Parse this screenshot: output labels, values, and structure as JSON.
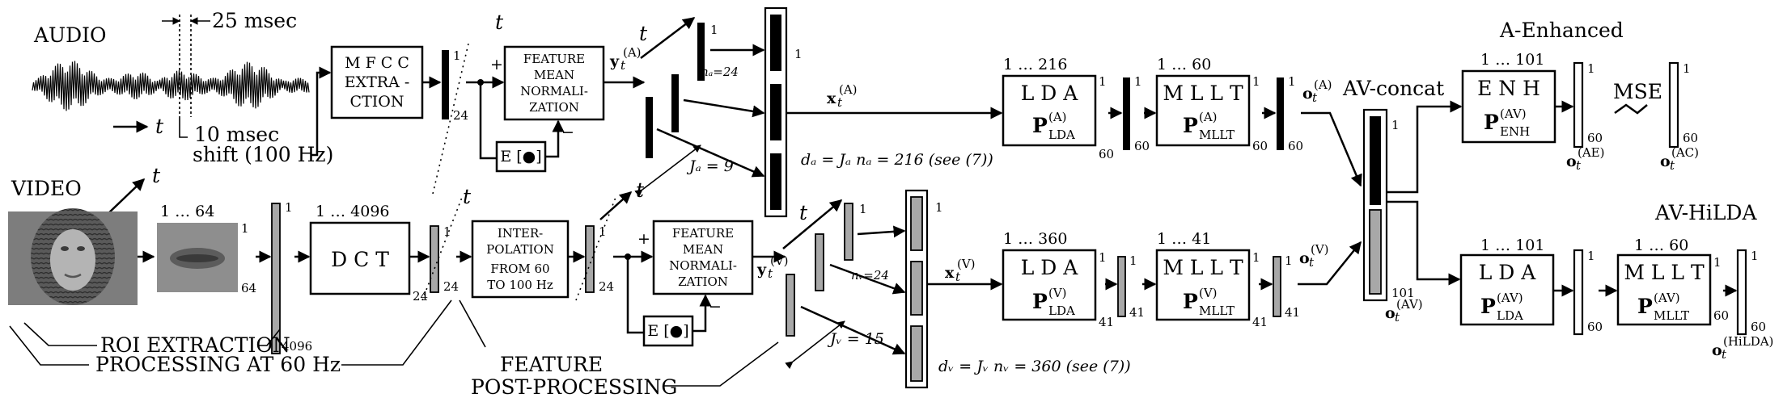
{
  "audio": {
    "label": "AUDIO",
    "window": "25 msec",
    "shift": "10 msec",
    "shift_rate": "shift (100 Hz)",
    "t": "t"
  },
  "video": {
    "label": "VIDEO",
    "roi_extraction": "ROI  EXTRACTION",
    "processing": "PROCESSING  AT  60  Hz",
    "feature": "FEATURE",
    "post_processing": "POST-PROCESSING",
    "t": "t"
  },
  "boxes": {
    "mfcc": [
      "M F C C",
      "EXTRA -",
      "CTION"
    ],
    "fmn_audio": [
      "FEATURE",
      "MEAN",
      "NORMALI-",
      "ZATION"
    ],
    "fmn_video": [
      "FEATURE",
      "MEAN",
      "NORMALI-",
      "ZATION"
    ],
    "expect_audio": "E [●]",
    "expect_video": "E [●]",
    "dct": "D C T",
    "interp": [
      "INTER-",
      "POLATION",
      "FROM 60",
      "TO 100 Hz"
    ],
    "lda_a": "L D A",
    "lda_v": "L D A",
    "lda_av": "L D A",
    "mllt_a": "M L L T",
    "mllt_v": "M L L T",
    "mllt_av": "M L L T",
    "enh": "E N H",
    "P": "P"
  },
  "labels": {
    "n_a": "nₐ=24",
    "j_a": "Jₐ = 9",
    "n_v": "nᵥ=24",
    "j_v": "Jᵥ = 15",
    "d_a": "dₐ = Jₐ nₐ = 216  (see (7))",
    "d_v": "dᵥ = Jᵥ nᵥ = 360  (see (7))",
    "av_concat": "AV-concat",
    "a_enhanced": "A-Enhanced",
    "av_hilda": "AV-HiLDA",
    "mse": "MSE",
    "plus": "+",
    "minus": "−"
  },
  "dims": {
    "d1": "1",
    "d24": "24",
    "d60": "60",
    "d41": "41",
    "d64": "64",
    "d101": "101",
    "d4096": "4096",
    "r1_64": "1  …  64",
    "r1_4096": "1  …  4096",
    "r1_216": "1  …  216",
    "r1_60": "1  …  60",
    "r1_360": "1  …  360",
    "r1_41": "1  …  41",
    "r1_101": "1  …  101"
  },
  "symbols": {
    "y_a": "y",
    "y_v": "y",
    "x_a": "x",
    "x_v": "x",
    "o": "o",
    "sub_t": "t",
    "sup_a": "(A)",
    "sup_v": "(V)",
    "sup_av": "(AV)",
    "sup_ae": "(AE)",
    "sup_ac": "(AC)",
    "sup_hilda": "(HiLDA)",
    "sub_lda": "LDA",
    "sub_mllt": "MLLT",
    "sub_enh": "ENH"
  },
  "colors": {
    "ink": "#000000",
    "feature_gray": "#a8a8a8",
    "face_bg": "#7d7d7d"
  }
}
